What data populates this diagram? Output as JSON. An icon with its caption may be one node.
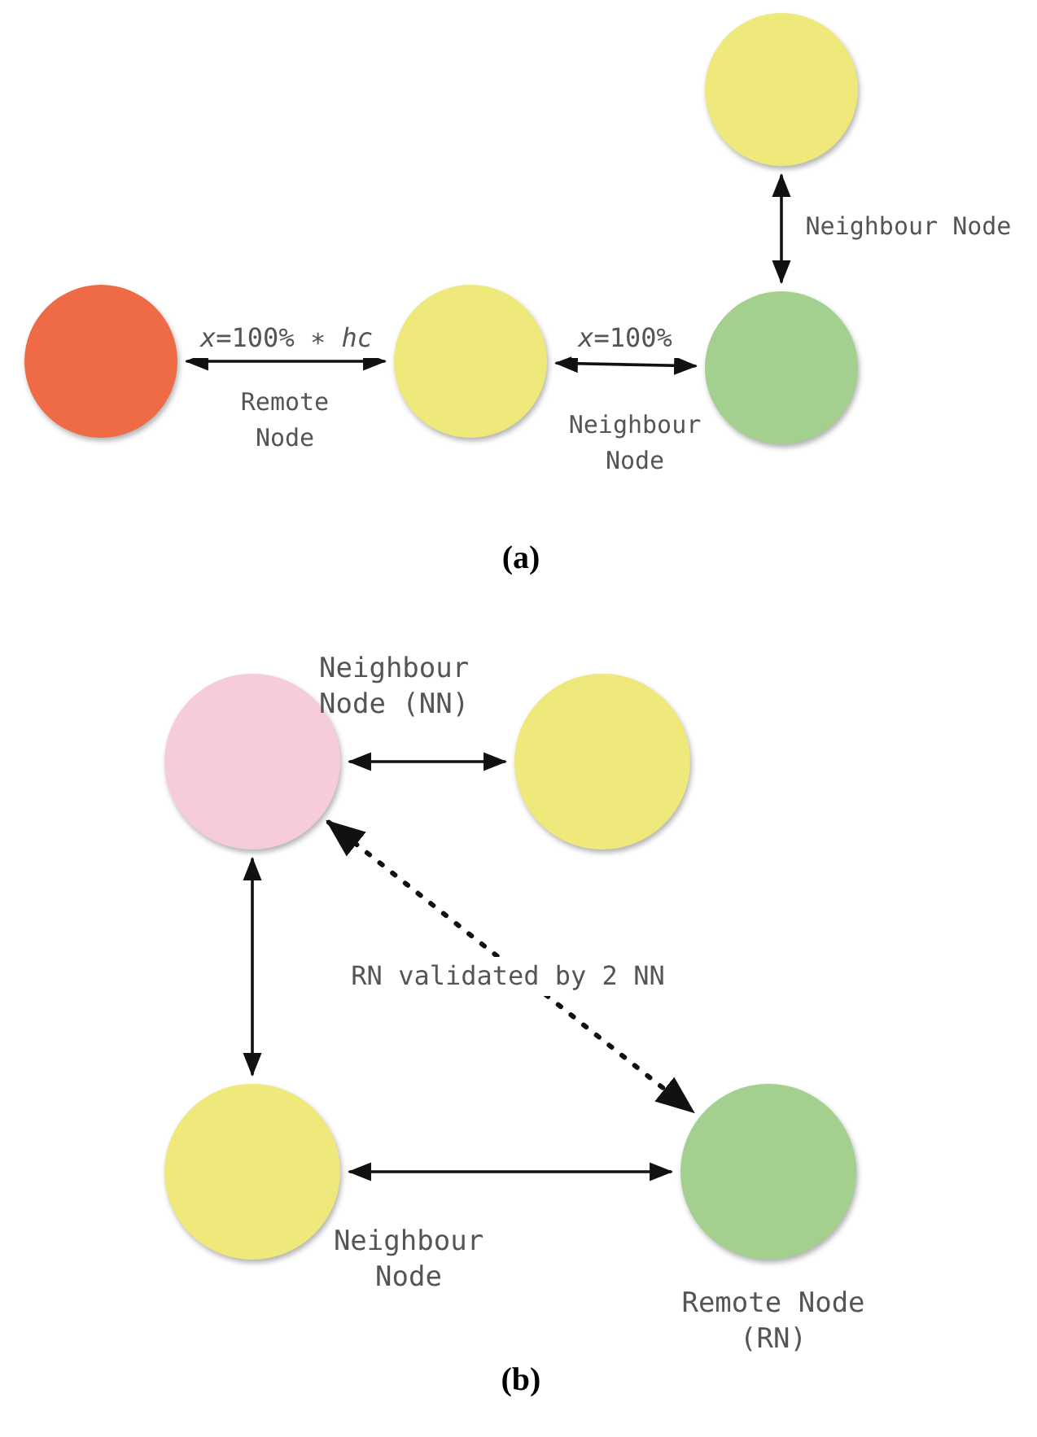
{
  "diagram": {
    "nodes": [
      {
        "text": [],
        "shape": "circle"
      },
      {
        "text": [],
        "shape": "circle"
      },
      {
        "text": [],
        "shape": "circle"
      },
      {
        "text": [],
        "shape": "circle"
      },
      {
        "text": [],
        "shape": "circle",
        "beside": [
          "Neighbour Node (NN)"
        ]
      },
      {
        "text": [],
        "shape": "circle"
      },
      {
        "text": [],
        "shape": "circle",
        "beside": [
          "Neighbour Node"
        ]
      },
      {
        "text": [],
        "shape": "circle",
        "beside": [
          "Remote Node (RN)"
        ]
      }
    ],
    "edges": [
      {
        "from": 0,
        "to": 1,
        "arrow": "both",
        "label": "*x*=100% ∗ *hc*"
      },
      {
        "from": 1,
        "to": 2,
        "arrow": "both",
        "label": "*x*=100%"
      },
      {
        "from": 3,
        "to": 2,
        "arrow": "both"
      },
      {
        "from": 4,
        "to": 5,
        "arrow": "both"
      },
      {
        "from": 4,
        "to": 6,
        "arrow": "both"
      },
      {
        "from": 4,
        "to": 7,
        "arrow": "both",
        "style": "dashed",
        "label": "RN validated by 2 NN"
      },
      {
        "from": 6,
        "to": 7,
        "arrow": "both"
      }
    ],
    "labels": [
      "Neighbour Node",
      "Remote Node",
      "Neighbour Node",
      "(a)",
      "(b)"
    ]
  }
}
